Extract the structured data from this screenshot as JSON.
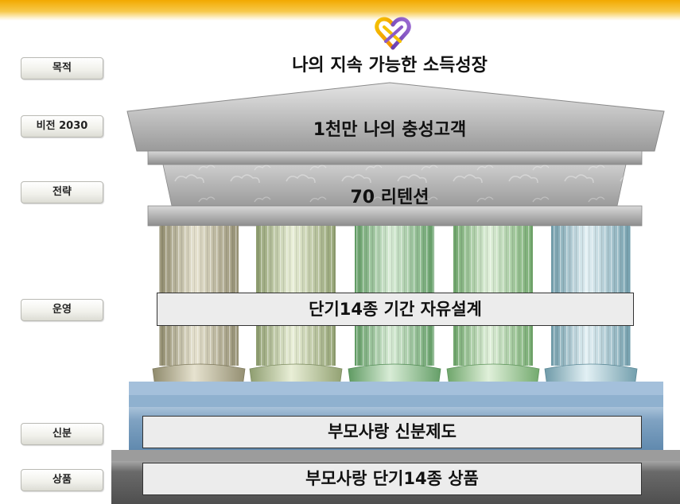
{
  "labels": {
    "purpose": "목적",
    "vision": "비전 2030",
    "strategy": "전략",
    "operation": "운영",
    "status": "신분",
    "product": "상품"
  },
  "content": {
    "purpose": "나의 지속 가능한 소득성장",
    "vision": "1천만 나의 충성고객",
    "strategy": "70 리텐션",
    "operation": "단기14종 기간 자유설계",
    "status": "부모사랑 신분제도",
    "product": "부모사랑 단기14종 상품"
  },
  "icons": {
    "logo": "heart-logo-icon"
  },
  "colors": {
    "header_gradient_top": "#f2a900",
    "column_colors": [
      "#b9b49a",
      "#c3cfa6",
      "#9fcaa0",
      "#a9d3a4",
      "#a7cbd6"
    ],
    "base_blue": "#5f88ad",
    "base_gray": "#5a5a5a"
  }
}
